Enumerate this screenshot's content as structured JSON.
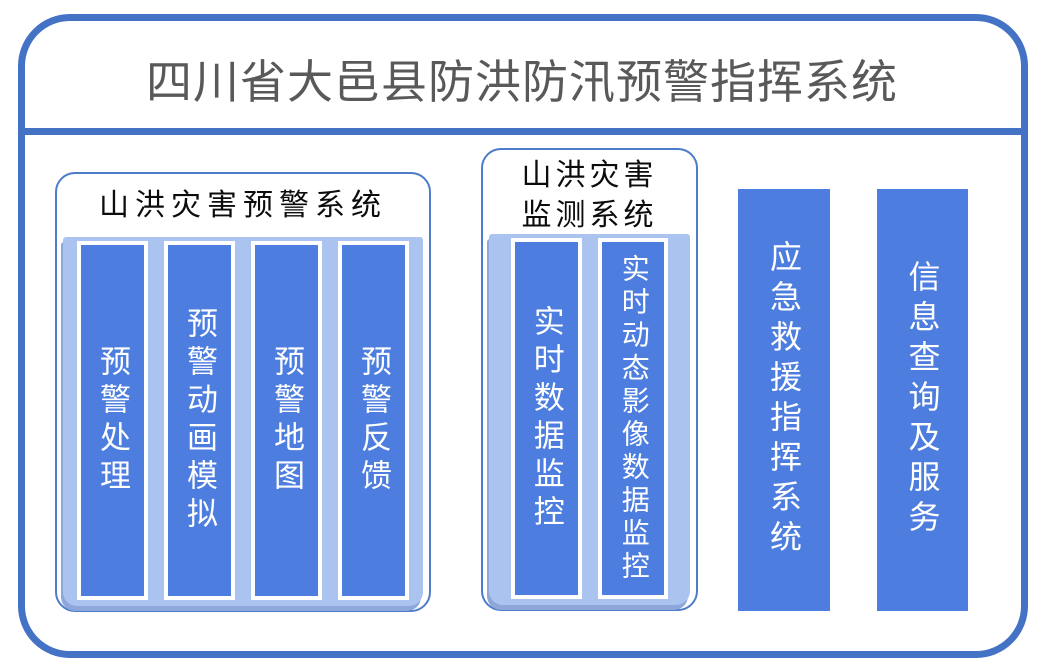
{
  "header": {
    "title": "四川省大邑县防洪防汛预警指挥系统"
  },
  "groups": {
    "warning": {
      "title": "山洪灾害预警系统",
      "bars": [
        "预警处理",
        "预警动画模拟",
        "预警地图",
        "预警反馈"
      ]
    },
    "monitor": {
      "title_line1": "山洪灾害",
      "title_line2": "监测系统",
      "bars": [
        "实时数据监控",
        "实时动态影像数据监控"
      ]
    }
  },
  "standalone": {
    "rescue": "应急救援指挥系统",
    "info": "信息查询及服务"
  },
  "colors": {
    "frame_blue": "#4472C4",
    "group_border_blue": "#4D7CCB",
    "bar_blue": "#4C7DDF",
    "tray_blue": "#ABC4EF",
    "tray_shadow_blue": "#8EA7DB",
    "title_gray": "#595959",
    "bar_text_white": "#FFFFFF"
  }
}
